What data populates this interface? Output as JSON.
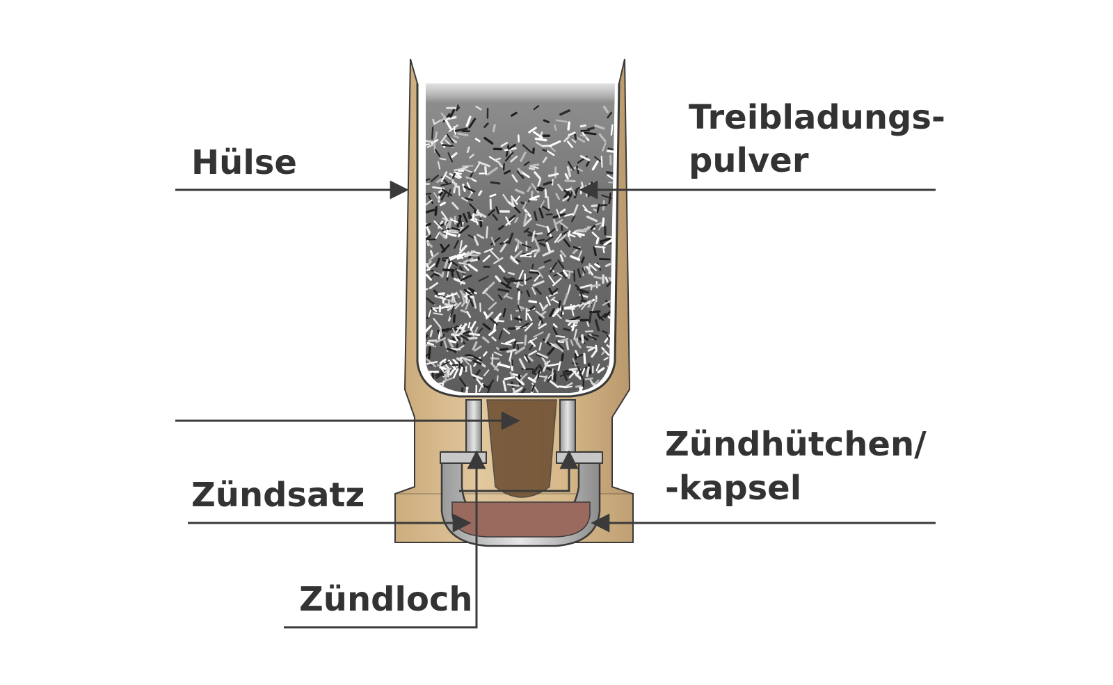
{
  "labels": {
    "huelse": "Hülse",
    "treibladung_line1": "Treibladungs-",
    "treibladung_line2": "pulver",
    "zuendhuetchen_line1": "Zündhütchen/",
    "zuendhuetchen_line2": "-kapsel",
    "zuendsatz": "Zündsatz",
    "zuendloch": "Zündloch"
  },
  "colors": {
    "brass": "#d9bd92",
    "brass_dark": "#b69563",
    "outline": "#3a3a3a",
    "powder_gray": "#7a7a7a",
    "primer_metal": "#bdbdbd",
    "priming_compound": "#9a6a5e",
    "text": "#333333",
    "leader_line": "#3a3a3a"
  },
  "grain_count_note_visible": false
}
